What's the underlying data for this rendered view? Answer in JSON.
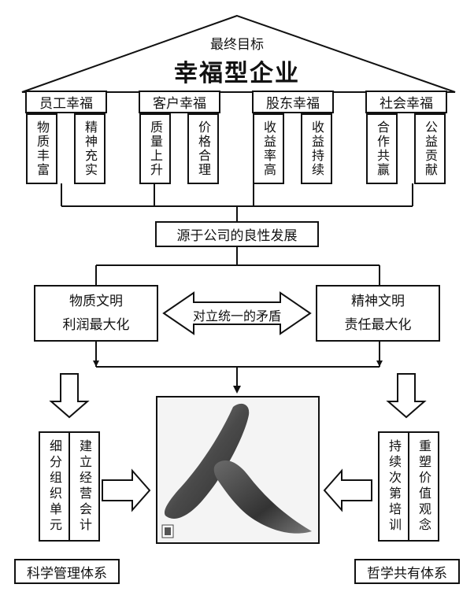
{
  "roof": {
    "subtitle": "最终目标",
    "title": "幸福型企业"
  },
  "categories": [
    {
      "label": "员工幸福",
      "items": [
        "物质丰富",
        "精神充实"
      ]
    },
    {
      "label": "客户幸福",
      "items": [
        "质量上升",
        "价格合理"
      ]
    },
    {
      "label": "股东幸福",
      "items": [
        "收益率高",
        "收益持续"
      ]
    },
    {
      "label": "社会幸福",
      "items": [
        "合作共赢",
        "公益贡献"
      ]
    }
  ],
  "source": "源于公司的良性发展",
  "left_civ": {
    "line1": "物质文明",
    "line2": "利润最大化"
  },
  "right_civ": {
    "line1": "精神文明",
    "line2": "责任最大化"
  },
  "conflict": "对立统一的矛盾",
  "left_pillar": {
    "items": [
      "细分组织单元",
      "建立经营会计"
    ],
    "label": "科学管理体系"
  },
  "right_pillar": {
    "items": [
      "持续次第培训",
      "重塑价值观念"
    ],
    "label": "哲学共有体系"
  },
  "colors": {
    "line": "#111111",
    "background": "#ffffff"
  },
  "center_image": "calligraphy-ren-forest-image"
}
